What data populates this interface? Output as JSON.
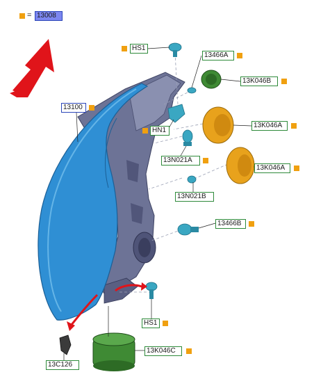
{
  "legend": {
    "equals": "=",
    "code": "13008"
  },
  "labels": {
    "hs1_top": "HS1",
    "p13466a": "13466A",
    "p13k046b": "13K046B",
    "p13100": "13100",
    "hn1": "HN1",
    "p13k046a_1": "13K046A",
    "p13n021a": "13N021A",
    "p13k046a_2": "13K046A",
    "p13n021b": "13N021B",
    "p13466b": "13466B",
    "hs1_bottom": "HS1",
    "p13k046c": "13K046C",
    "p13c126": "13C126"
  },
  "colors": {
    "accent_marker": "#f0a010",
    "label_green": "#2e8a3a",
    "label_blue": "#2a45b8",
    "legend_fill": "#7c86f0",
    "lens_blue": "#2f8fd4",
    "housing_gray": "#6d7396",
    "cap_orange": "#e8a21c",
    "cap_green": "#3f8a34",
    "bulb_teal": "#3aa7c2",
    "arrow_red": "#e0141a"
  }
}
